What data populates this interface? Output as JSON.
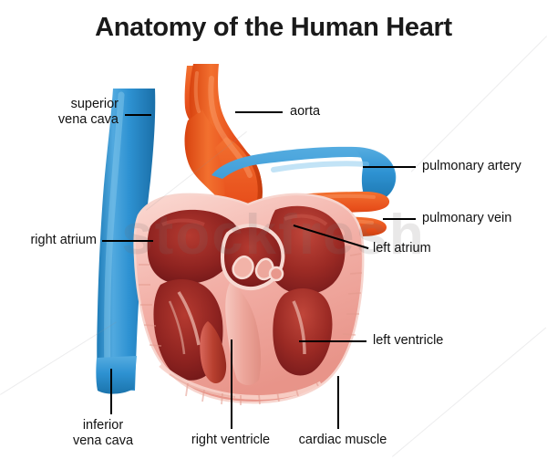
{
  "title": "Anatomy of the Human Heart",
  "watermark": {
    "text": "stockfresh"
  },
  "colors": {
    "artery_orange": "#E8501C",
    "artery_orange_light": "#F47A3C",
    "vein_blue": "#2E8FCE",
    "vein_blue_light": "#5FB2E4",
    "myocardium_pink": "#F0A9A2",
    "myocardium_light": "#F8CFC8",
    "chamber_dark_red": "#8E1F22",
    "chamber_red": "#B5322C",
    "label_black": "#111111",
    "background": "#FFFFFF"
  },
  "labels": [
    {
      "id": "superior-vena-cava",
      "line1": "superior",
      "line2": "vena cava"
    },
    {
      "id": "aorta",
      "line1": "aorta",
      "line2": ""
    },
    {
      "id": "pulmonary-artery",
      "line1": "pulmonary artery",
      "line2": ""
    },
    {
      "id": "pulmonary-vein",
      "line1": "pulmonary vein",
      "line2": ""
    },
    {
      "id": "left-atrium",
      "line1": "left atrium",
      "line2": ""
    },
    {
      "id": "right-atrium",
      "line1": "right atrium",
      "line2": ""
    },
    {
      "id": "left-ventricle",
      "line1": "left ventricle",
      "line2": ""
    },
    {
      "id": "inferior-vena-cava",
      "line1": "inferior",
      "line2": "vena cava"
    },
    {
      "id": "right-ventricle",
      "line1": "right ventricle",
      "line2": ""
    },
    {
      "id": "cardiac-muscle",
      "line1": "cardiac muscle",
      "line2": ""
    }
  ]
}
